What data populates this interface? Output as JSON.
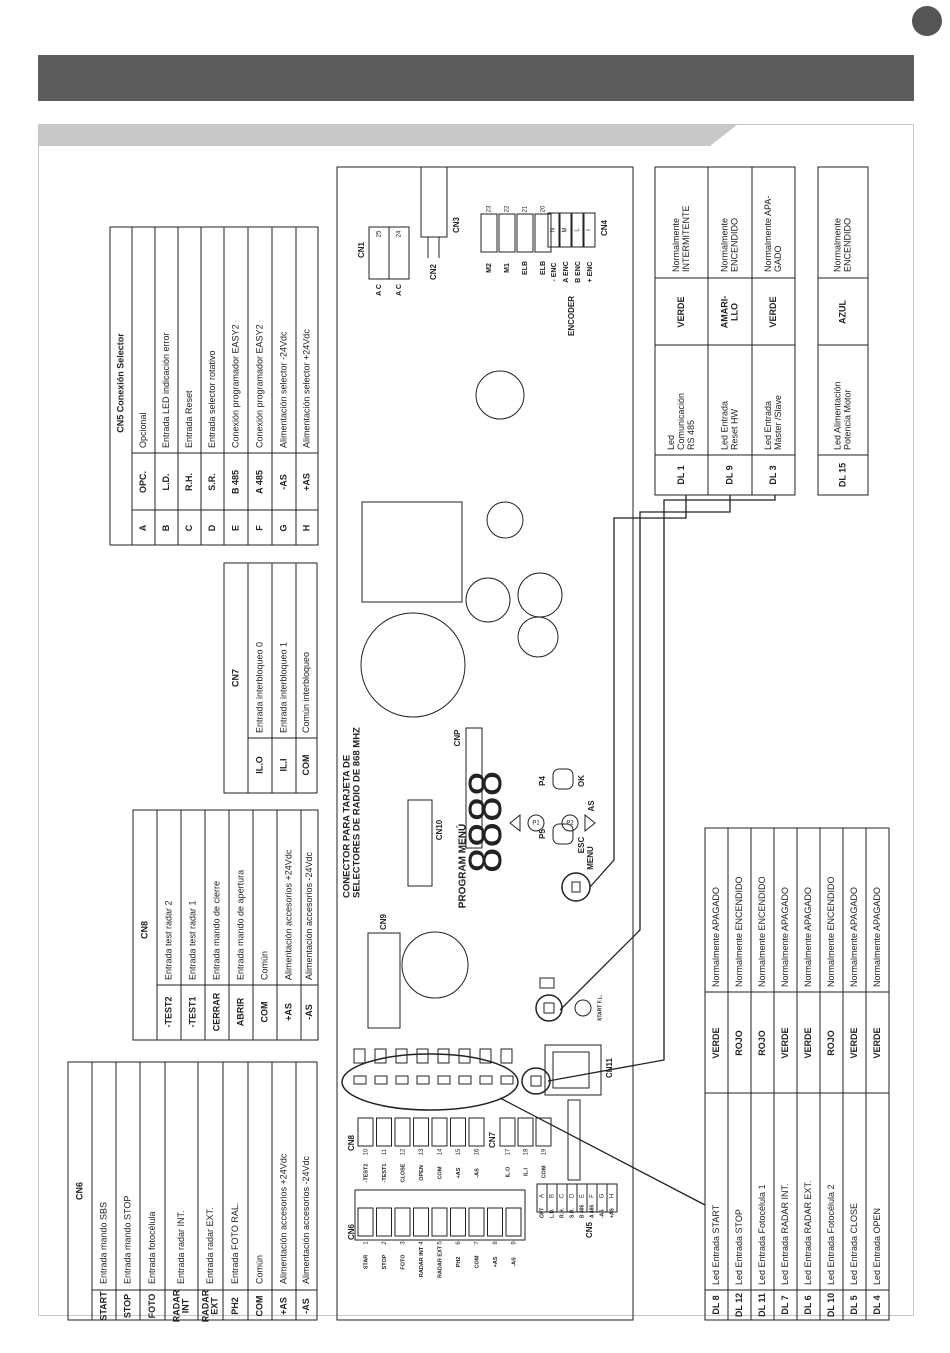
{
  "cn6": {
    "title": "CN6",
    "rows": [
      {
        "code": "START",
        "desc": "Entrada mando SBS"
      },
      {
        "code": "STOP",
        "desc": "Entrada mando STOP"
      },
      {
        "code": "FOTO",
        "desc": "Entrada fotocélula"
      },
      {
        "code": [
          "RADAR",
          "INT"
        ],
        "desc": "Entrada radar INT."
      },
      {
        "code": [
          "RADAR",
          "EXT"
        ],
        "desc": "Entrada radar EXT."
      },
      {
        "code": "PH2",
        "desc": "Entrada FOTO RAL."
      },
      {
        "code": "COM",
        "desc": "Común"
      },
      {
        "code": "+AS",
        "desc": "Alimentación accesorios +24Vdc"
      },
      {
        "code": "-AS",
        "desc": "Alimentación accesorios -24Vdc"
      }
    ]
  },
  "cn8": {
    "title": "CN8",
    "rows": [
      {
        "code": "-TEST2",
        "desc": "Entrada test radar 2"
      },
      {
        "code": "-TEST1",
        "desc": "Entrada test radar 1"
      },
      {
        "code": "CERRAR",
        "desc": "Entrada mando de cierre"
      },
      {
        "code": "ABRIR",
        "desc": "Entrada mando de apertura"
      },
      {
        "code": "COM",
        "desc": "Común"
      },
      {
        "code": "+AS",
        "desc": "Alimentación accesorios +24Vdc"
      },
      {
        "code": "-AS",
        "desc": "Alimentación accesorios -24Vdc"
      }
    ]
  },
  "cn7": {
    "title": "CN7",
    "rows": [
      {
        "code": "IL.O",
        "desc": "Entrada interbloqueo 0"
      },
      {
        "code": "IL.I",
        "desc": "Entrada interbloqueo 1"
      },
      {
        "code": "COM",
        "desc": "Común interbloqueo"
      }
    ]
  },
  "cn5": {
    "title": "CN5 Conexión Selector",
    "rows": [
      {
        "letter": "A",
        "code": "OPC.",
        "desc": "Opcional"
      },
      {
        "letter": "B",
        "code": "L.D.",
        "desc": "Entrada LED indicación error"
      },
      {
        "letter": "C",
        "code": "R.H.",
        "desc": "Entrada Reset"
      },
      {
        "letter": "D",
        "code": "S.R.",
        "desc": "Entrada selector rotativo"
      },
      {
        "letter": "E",
        "code": "B 485",
        "desc": "Conexión programador EASY2"
      },
      {
        "letter": "F",
        "code": "A 485",
        "desc": "Conexión programador EASY2"
      },
      {
        "letter": "G",
        "code": "-AS",
        "desc": "Alimentación selector -24Vdc"
      },
      {
        "letter": "H",
        "code": "+AS",
        "desc": "Alimentación selector +24Vdc"
      }
    ]
  },
  "dl_bottom": [
    {
      "dl": "DL 8",
      "desc": "Led Entrada START",
      "color": "VERDE",
      "state": "Normalmente APAGADO"
    },
    {
      "dl": "DL 12",
      "desc": "Led Entrada STOP",
      "color": "ROJO",
      "state": "Normalmente ENCENDIDO"
    },
    {
      "dl": "DL 11",
      "desc": "Led Entrada Fotocélula 1",
      "color": "ROJO",
      "state": "Normalmente ENCENDIDO"
    },
    {
      "dl": "DL 7",
      "desc": "Led Entrada RADAR INT.",
      "color": "VERDE",
      "state": "Normalmente APAGADO"
    },
    {
      "dl": "DL 6",
      "desc": "Led Entrada RADAR EXT.",
      "color": "VERDE",
      "state": "Normalmente APAGADO"
    },
    {
      "dl": "DL 10",
      "desc": "Led Entrada Fotocélula 2",
      "color": "ROJO",
      "state": "Normalmente ENCENDIDO"
    },
    {
      "dl": "DL 5",
      "desc": "Led Entrada CLOSE",
      "color": "VERDE",
      "state": "Normalmente APAGADO"
    },
    {
      "dl": "DL 4",
      "desc": "Led Entrada OPEN",
      "color": "VERDE",
      "state": "Normalmente APAGADO"
    }
  ],
  "dl_top": [
    {
      "dl": "DL 1",
      "desc": [
        "Led",
        "Comunicación",
        "RS 485"
      ],
      "color": [
        "VERDE"
      ],
      "state": [
        "Normalmente",
        "INTERMITENTE"
      ]
    },
    {
      "dl": "DL 9",
      "desc": [
        "Led Entrada",
        "Reset HW"
      ],
      "color": [
        "AMARI-",
        "LLO"
      ],
      "state": [
        "Normalmente",
        "ENCENDIDO"
      ]
    },
    {
      "dl": "DL 3",
      "desc": [
        "Led Entrada",
        "Máster /Slave"
      ],
      "color": [
        "VERDE"
      ],
      "state": [
        "Normalmente APA-",
        "GADO"
      ]
    }
  ],
  "dl15": {
    "dl": "DL 15",
    "desc": [
      "Led Alimentación",
      "Potencia Motor"
    ],
    "color": "AZUL",
    "state": [
      "Normalmente",
      "ENCENDIDO"
    ]
  },
  "board": {
    "radio_label": [
      "CONECTOR PARA TARJETA DE",
      "SELECTORES DE RADIO DE 868 MHZ"
    ],
    "program_menu": "PROGRAM MENÚ",
    "display": "8888",
    "cn10": "CN10",
    "cn9": "CN9",
    "cnp": "CNP",
    "cn11": "CN11",
    "cn1": "CN1",
    "cn2": "CN2",
    "cn3": "CN3",
    "cn4": "CN4",
    "cn5": "CN5",
    "cn6": "CN6",
    "cn7": "CN7",
    "cn8": "CN8",
    "p1": "P1",
    "p2": "P2",
    "p4": "P4",
    "p5": "P5",
    "ok": "OK",
    "as": "AS",
    "esc": "ESC",
    "menu": "MENU",
    "start_fl": "START F.L.",
    "encoder": "ENCODER",
    "cn4_pins": [
      "N",
      "M",
      "L",
      "I"
    ],
    "cn4_labels": [
      "- ENC",
      "A ENC",
      "B ENC",
      "+ ENC"
    ],
    "cn3_pins": [
      "23",
      "22",
      "21",
      "20"
    ],
    "cn3_labels": [
      "M2",
      "M1",
      "ELB",
      "ELB"
    ],
    "cn1_pins": [
      "25",
      "24"
    ],
    "cn1_labels": [
      "A C",
      "A C"
    ],
    "cn6_pins": [
      "1",
      "2",
      "3",
      "4",
      "5",
      "6",
      "7",
      "8",
      "9"
    ],
    "cn6_labels": [
      "STAR",
      "STOP",
      "FOTO",
      "RADAR INT",
      "RADAR EXT",
      "PH2",
      "COM",
      "+AS",
      "-AS"
    ],
    "cn8_pins": [
      "10",
      "11",
      "12",
      "13",
      "14",
      "15",
      "16"
    ],
    "cn8_labels": [
      "-TEST2",
      "-TEST1",
      "CLOSE",
      "OPEN",
      "COM",
      "+AS",
      "-AS"
    ],
    "cn7_pins": [
      "17",
      "18",
      "19"
    ],
    "cn7_labels": [
      "IL.O",
      "IL.I",
      "COM"
    ],
    "cn5_pins": [
      "A",
      "B",
      "C",
      "D",
      "E",
      "F",
      "G",
      "H"
    ],
    "cn5_labels": [
      "OPT",
      "L.D.",
      "R.H.",
      "S.R.",
      "B 485",
      "A 485",
      "-AS",
      "+AS"
    ]
  }
}
